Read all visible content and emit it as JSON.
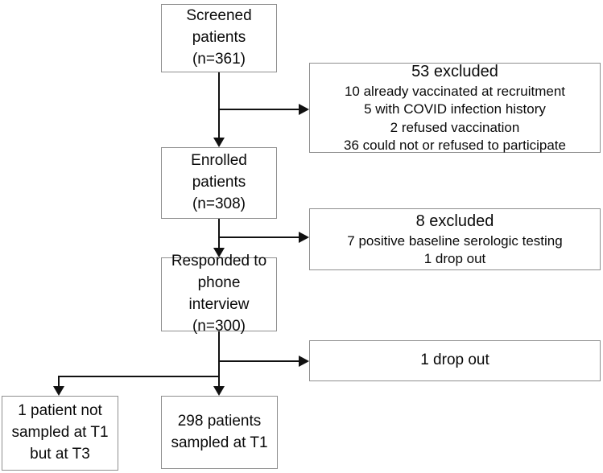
{
  "flowchart": {
    "screened_box": {
      "text": "Screened\npatients\n(n=361)"
    },
    "excluded1_box": {
      "title": "53 excluded",
      "details": "10 already vaccinated at recruitment\n5 with COVID infection history\n2 refused vaccination\n36 could not or refused to participate"
    },
    "enrolled_box": {
      "text": "Enrolled\npatients\n(n=308)"
    },
    "excluded2_box": {
      "title": "8 excluded",
      "details": "7 positive baseline serologic testing\n1 drop out"
    },
    "responded_box": {
      "text": "Responded to\nphone\ninterview\n(n=300)"
    },
    "dropout_box": {
      "title": "1 drop out"
    },
    "t3_box": {
      "text": "1 patient not\nsampled at T1\nbut at T3"
    },
    "t1_box": {
      "text": "298 patients\nsampled at T1"
    }
  },
  "colors": {
    "background": "#ffffff",
    "box_border": "#8f8f8f",
    "arrow": "#111111",
    "text": "#0a0a0a"
  }
}
